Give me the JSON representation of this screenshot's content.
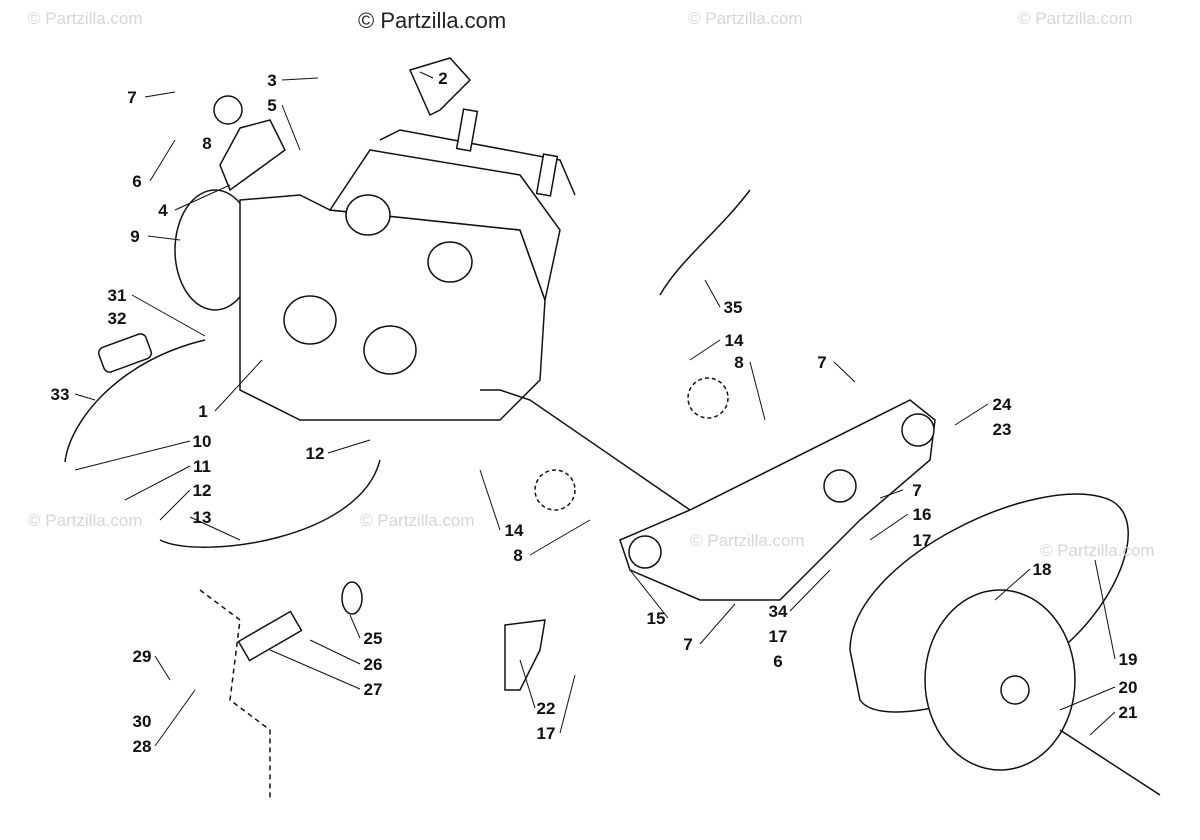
{
  "watermark": {
    "main": "© Partzilla.com",
    "faint": "© Partzilla.com"
  },
  "callouts": [
    "7",
    "3",
    "2",
    "5",
    "8",
    "6",
    "4",
    "9",
    "31",
    "32",
    "33",
    "1",
    "10",
    "11",
    "12",
    "13",
    "12",
    "35",
    "14",
    "8",
    "7",
    "24",
    "23",
    "7",
    "16",
    "17",
    "14",
    "8",
    "15",
    "7",
    "34",
    "17",
    "6",
    "18",
    "19",
    "20",
    "21",
    "25",
    "26",
    "27",
    "29",
    "30",
    "28",
    "22",
    "17"
  ]
}
